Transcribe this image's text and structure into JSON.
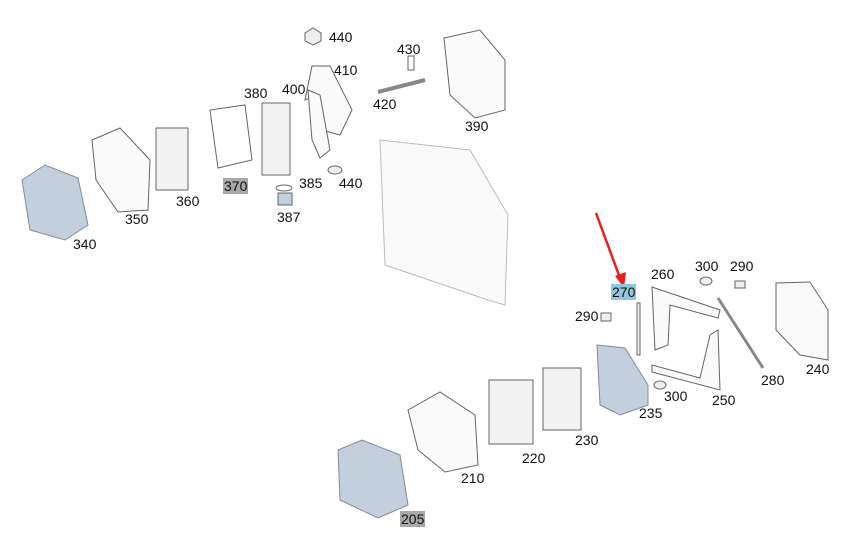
{
  "labels": {
    "p440a": "440",
    "p430": "430",
    "p410": "410",
    "p400": "400",
    "p380": "380",
    "p420": "420",
    "p390": "390",
    "p370": "370",
    "p385": "385",
    "p440b": "440",
    "p387": "387",
    "p350": "350",
    "p360": "360",
    "p340": "340",
    "p270": "270",
    "p260": "260",
    "p300a": "300",
    "p290a": "290",
    "p290b": "290",
    "p300b": "300",
    "p250": "250",
    "p280": "280",
    "p240": "240",
    "p235": "235",
    "p230": "230",
    "p220": "220",
    "p210": "210",
    "p205": "205"
  },
  "colors": {
    "arrow": "#e8201c",
    "highlight_gray": "#a8a8a8",
    "highlight_blue": "#8fc6e0",
    "part_blue": "#c3cfdc",
    "line": "#555555"
  }
}
